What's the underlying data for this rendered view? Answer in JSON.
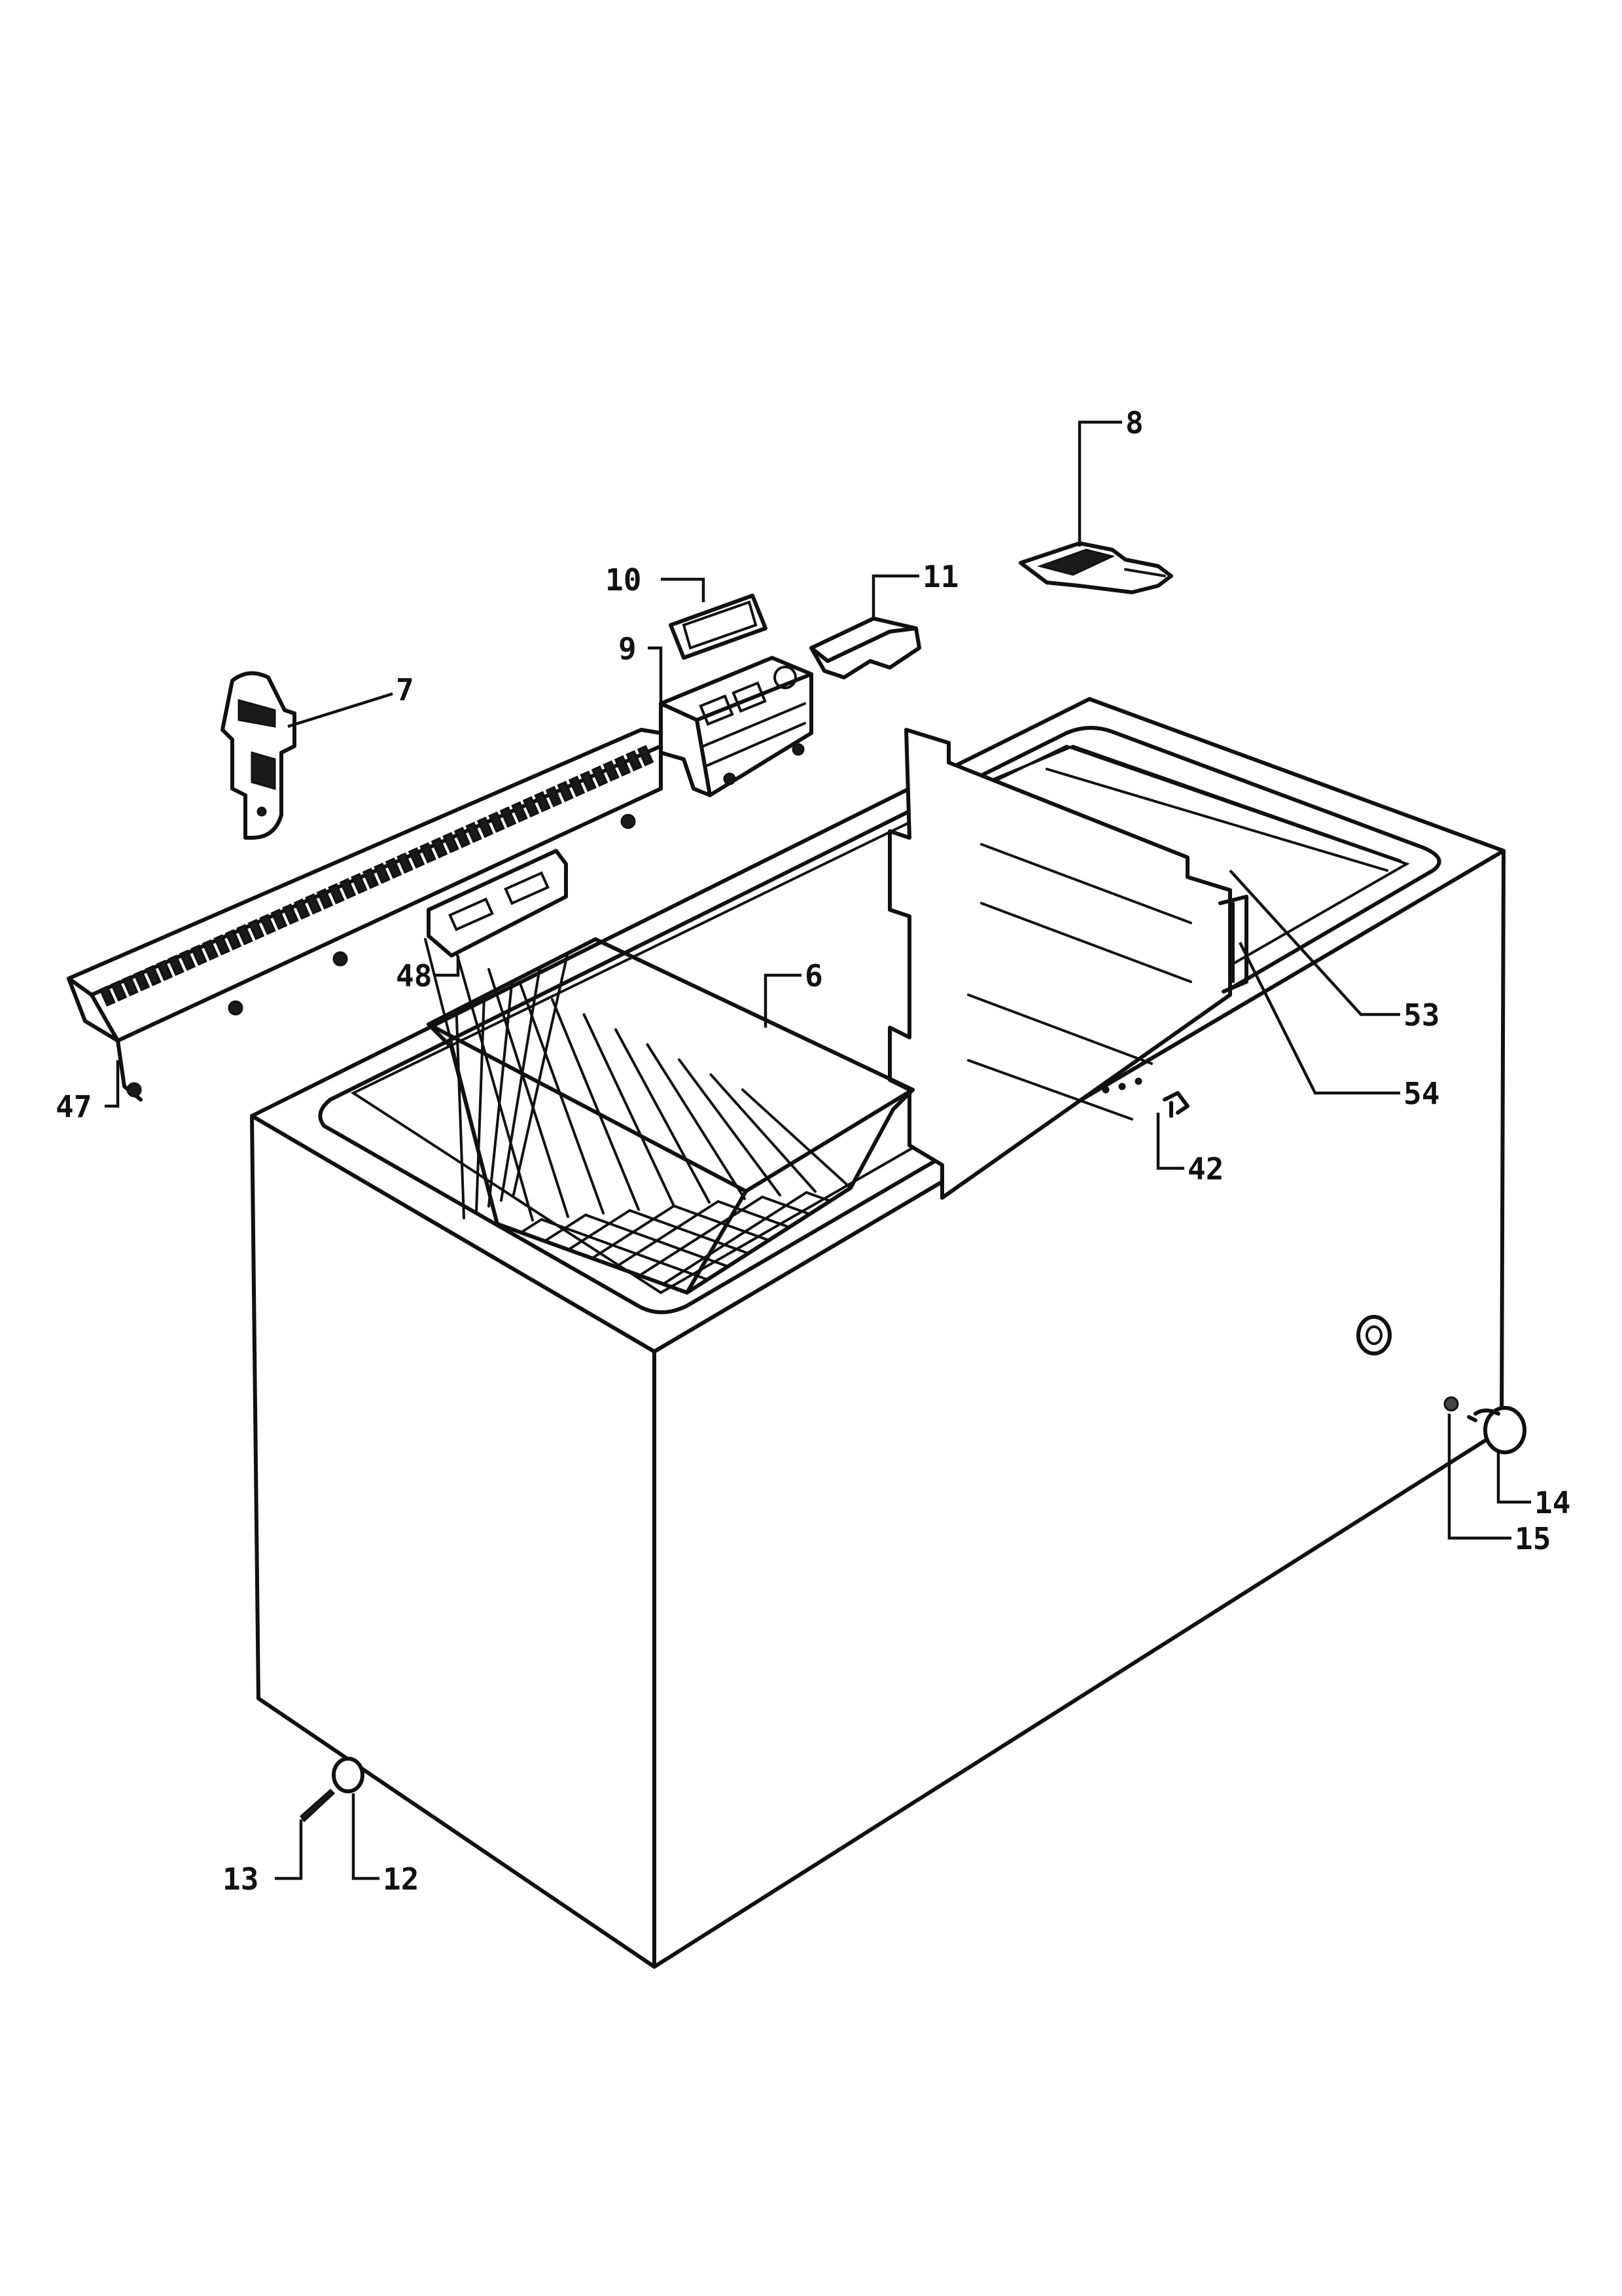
{
  "labels": {
    "p6": "6",
    "p7": "7",
    "p8": "8",
    "p9": "9",
    "p10": "10",
    "p11": "11",
    "p12": "12",
    "p13": "13",
    "p14": "14",
    "p15": "15",
    "p42": "42",
    "p47": "47",
    "p48": "48",
    "p53": "53",
    "p54": "54"
  }
}
